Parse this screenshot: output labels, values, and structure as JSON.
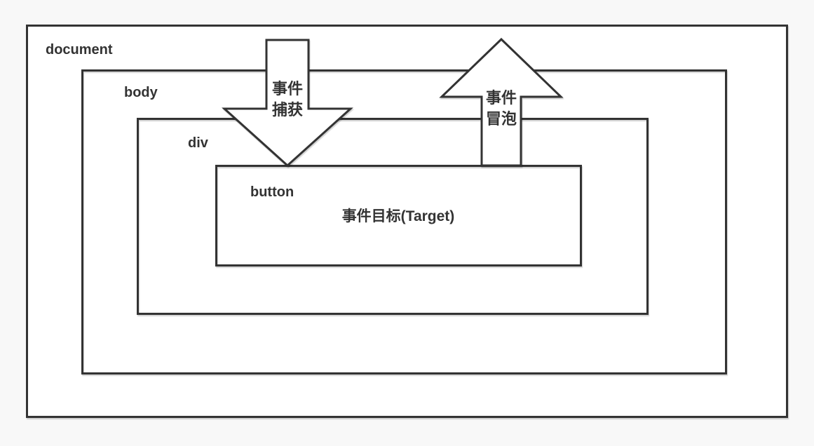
{
  "diagram": {
    "boxes": {
      "document": "document",
      "body": "body",
      "div": "div",
      "button": "button",
      "target": "事件目标(Target)"
    },
    "arrows": {
      "capture": {
        "line1": "事件",
        "line2": "捕获"
      },
      "bubble": {
        "line1": "事件",
        "line2": "冒泡"
      }
    },
    "colors": {
      "line": "#333333",
      "background": "#f8f8f8",
      "box_fill": "#ffffff"
    }
  }
}
